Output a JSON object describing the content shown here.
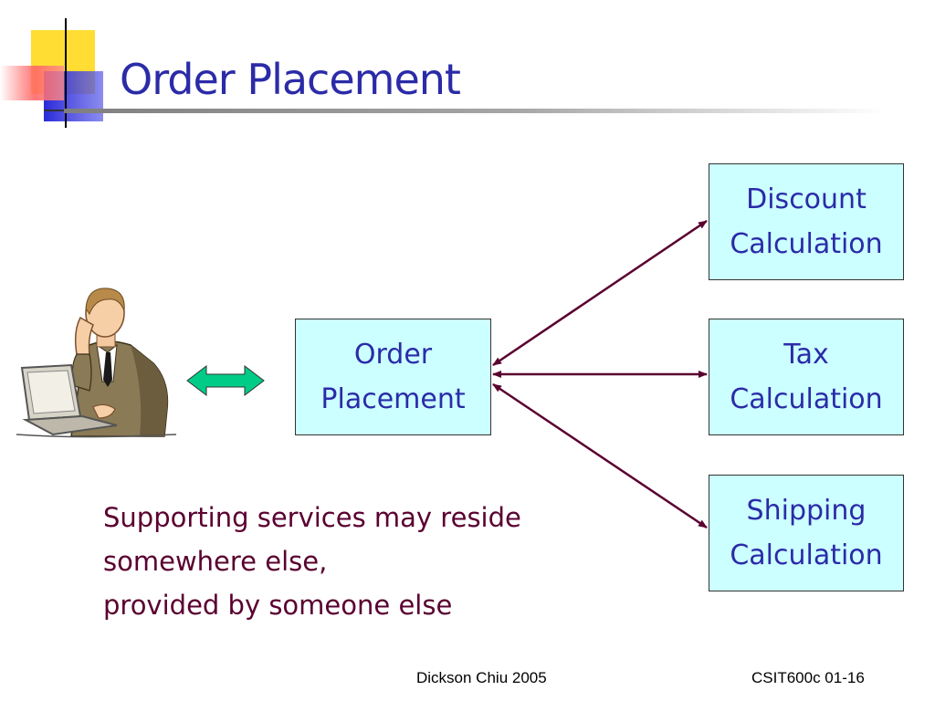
{
  "title": "Order Placement",
  "boxes": {
    "order": "Order\nPlacement",
    "discount": "Discount\nCalculation",
    "tax": "Tax\nCalculation",
    "shipping": "Shipping\nCalculation"
  },
  "note": {
    "lines": [
      "Supporting services may reside",
      "somewhere else,",
      "provided by someone else"
    ]
  },
  "footer": {
    "author": "Dickson Chiu 2005",
    "slide": "CSIT600c 01-16"
  },
  "colors": {
    "title": "#2b2ba8",
    "box_fill": "#ccffff",
    "note_text": "#5a0030",
    "connector": "#5a0030",
    "double_arrow": "#00cc88"
  },
  "icons": {
    "person": "person-at-laptop-icon",
    "double_arrow": "double-arrow-icon"
  }
}
